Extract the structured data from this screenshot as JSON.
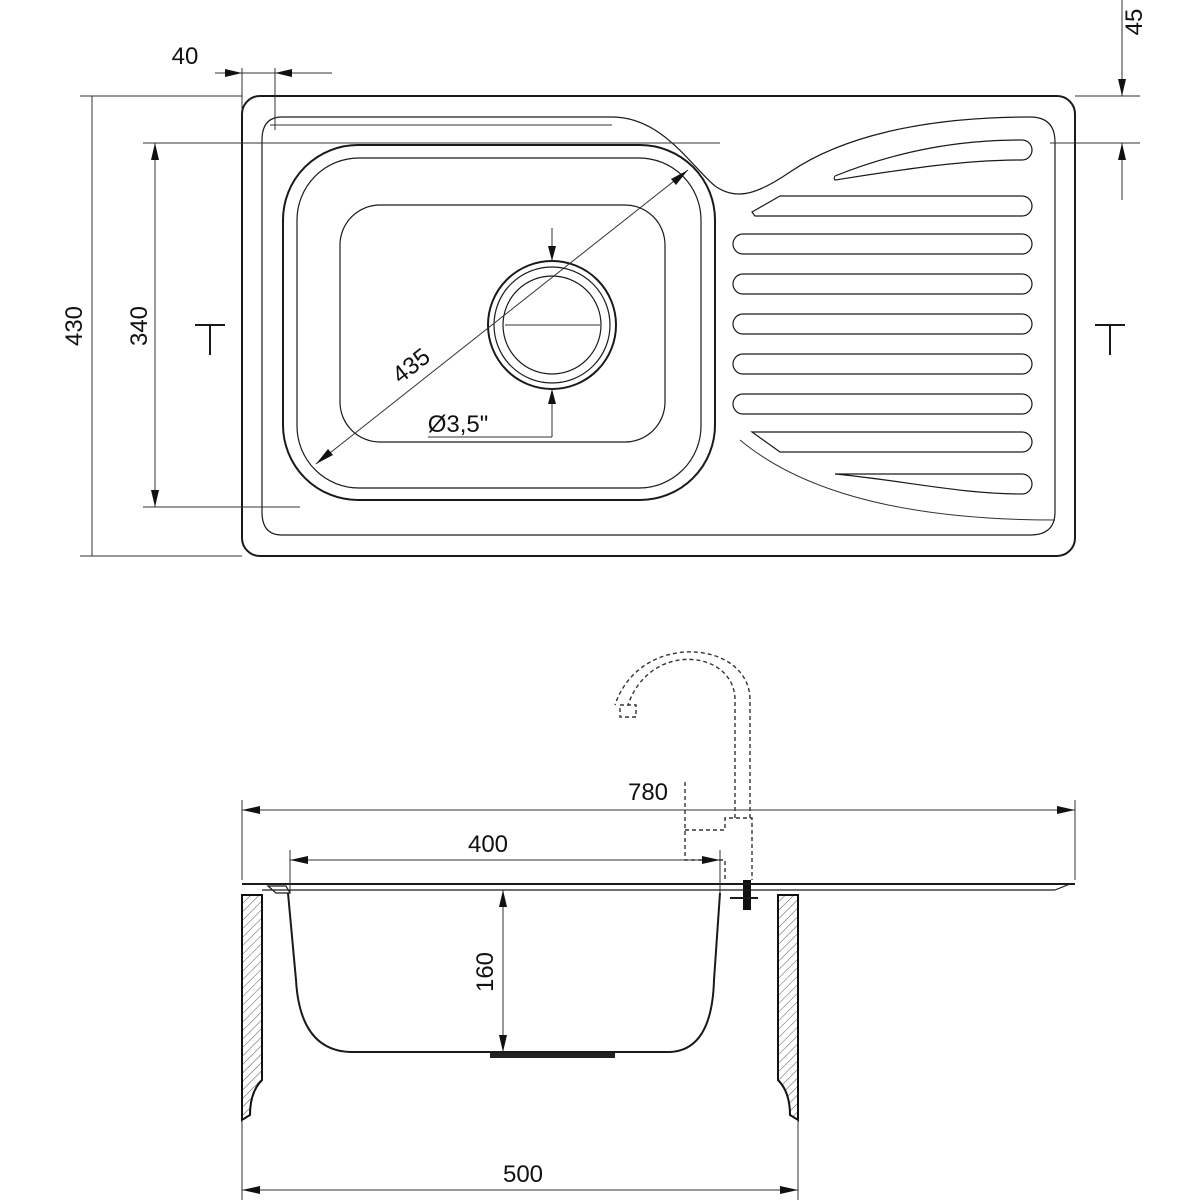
{
  "top_view": {
    "dim_overhang": "40",
    "dim_rim": "45",
    "dim_total_depth": "430",
    "dim_bowl_depth": "340",
    "dim_diagonal": "435",
    "dim_drain": "Ø3,5\""
  },
  "side_view": {
    "dim_total_width": "780",
    "dim_bowl_width": "400",
    "dim_bowl_height": "160",
    "dim_cabinet_width": "500"
  }
}
